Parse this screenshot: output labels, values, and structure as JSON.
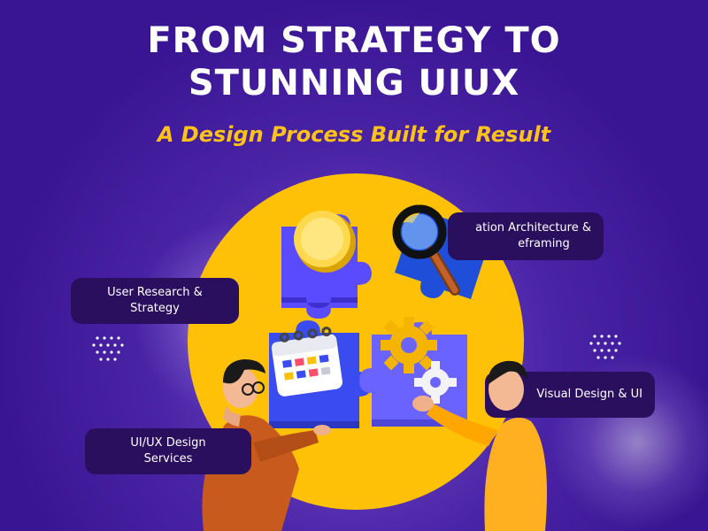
{
  "headline": {
    "line1": "FROM STRATEGY TO",
    "line2": "STUNNING UIUX",
    "tagline": "A Design Process Built for Result"
  },
  "labels": {
    "research": {
      "line1": "User Research &",
      "line2": "Strategy"
    },
    "ia": {
      "line1": "ation Architecture &",
      "line2": "eframing"
    },
    "visual": {
      "line1": "Visual Design & UI"
    },
    "services": {
      "line1": "UI/UX Design",
      "line2": "Services"
    }
  },
  "colors": {
    "background": "#3a1593",
    "accent": "#ffc107",
    "tagline": "#ffc21a",
    "label_bg": "#2a0f5e",
    "puzzle": "#5a4bff"
  },
  "icons": [
    "coin-icon",
    "magnifier-icon",
    "calendar-icon",
    "gear-icon"
  ]
}
